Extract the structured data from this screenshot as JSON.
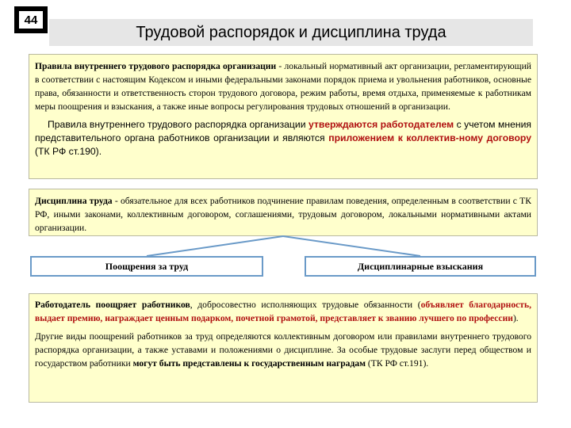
{
  "slide_number": "44",
  "title": "Трудовой распорядок и дисциплина труда",
  "box1": {
    "p1_term": "Правила внутреннего трудового распорядка организации",
    "p1_text": " - локальный нормативный акт организации, регламентирующий в соответствии с настоящим Кодексом и иными федеральными законами порядок приема и увольнения работников, основные права, обязанности и ответственность сторон трудового договора, режим работы, время отдыха, применяемые к работникам меры поощрения и взыскания, а также иные вопросы регулирования трудовых отношений в организации.",
    "p2_a": "Правила внутреннего трудового распорядка организации ",
    "p2_b": "утверждаются работодателем",
    "p2_c": " с учетом мнения представительного органа работников организации и являются ",
    "p2_d": "приложением к коллектив-ному договору",
    "p2_e": " (ТК РФ ст.190)."
  },
  "box2": {
    "term": "Дисциплина труда",
    "text": " - обязательное для всех работников подчинение правилам поведения, определенным в соответствии с ТК РФ, иными законами, коллективным договором, соглашениями, трудовым договором, локальными нормативными актами организации."
  },
  "branches": {
    "left": "Поощрения за труд",
    "right": "Дисциплинарные взыскания"
  },
  "box3": {
    "a": "Работодатель поощряет работников",
    "b": ", добросовестно исполняющих трудовые обязанности (",
    "c": "объявляет благодарность, выдает премию, награждает ценным подарком, почетной грамотой, представляет к званию лучшего по профессии",
    "d": ").",
    "p2_a": "Другие виды поощрений работников за труд определяются коллективным договором или правилами внутреннего трудового распорядка организации, а также уставами и положениями о дисциплине. За особые трудовые заслуги перед обществом и государством работники ",
    "p2_b": "могут быть представлены к государственным наградам",
    "p2_c": " (ТК РФ ст.191)."
  }
}
